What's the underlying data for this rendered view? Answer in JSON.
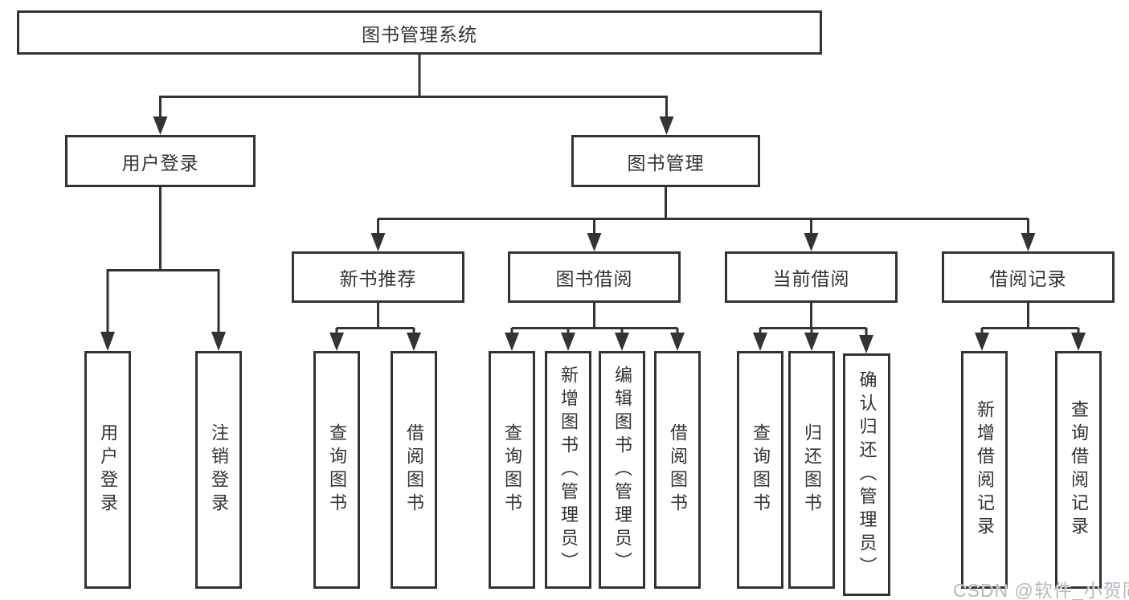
{
  "diagram": {
    "root": {
      "label": "图书管理系统"
    },
    "level2": [
      {
        "label": "用户登录",
        "parent": "图书管理系统"
      },
      {
        "label": "图书管理",
        "parent": "图书管理系统"
      }
    ],
    "level3": [
      {
        "label": "新书推荐",
        "parent": "图书管理"
      },
      {
        "label": "图书借阅",
        "parent": "图书管理"
      },
      {
        "label": "当前借阅",
        "parent": "图书管理"
      },
      {
        "label": "借阅记录",
        "parent": "图书管理"
      }
    ],
    "leaves": [
      {
        "label": "用户登录",
        "parent": "用户登录"
      },
      {
        "label": "注销登录",
        "parent": "用户登录"
      },
      {
        "label": "查询图书",
        "parent": "新书推荐"
      },
      {
        "label": "借阅图书",
        "parent": "新书推荐"
      },
      {
        "label": "查询图书",
        "parent": "图书借阅"
      },
      {
        "label": "新增图书（管理员）",
        "parent": "图书借阅"
      },
      {
        "label": "编辑图书（管理员）",
        "parent": "图书借阅"
      },
      {
        "label": "借阅图书",
        "parent": "图书借阅"
      },
      {
        "label": "查询图书",
        "parent": "当前借阅"
      },
      {
        "label": "归还图书",
        "parent": "当前借阅"
      },
      {
        "label": "确认归还（管理员）",
        "parent": "当前借阅"
      },
      {
        "label": "新增借阅记录",
        "parent": "借阅记录"
      },
      {
        "label": "查询借阅记录",
        "parent": "借阅记录"
      }
    ]
  },
  "watermark": {
    "text": "CSDN @软件_小贺同学"
  },
  "colors": {
    "line": "#333333",
    "border": "#333333",
    "text": "#333333",
    "background": "#ffffff",
    "watermark": "#b5b9c0"
  }
}
